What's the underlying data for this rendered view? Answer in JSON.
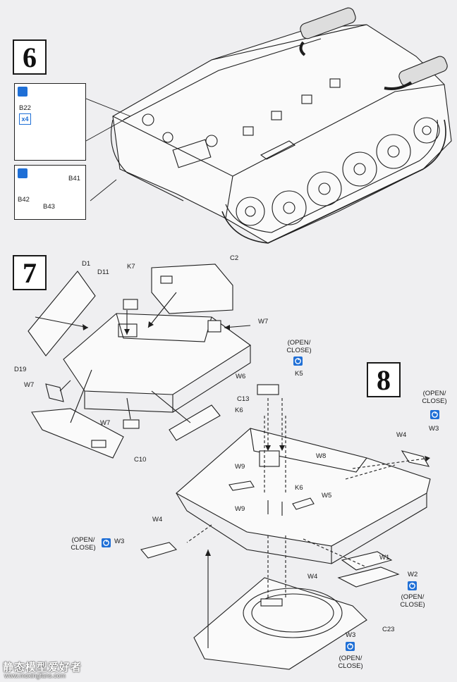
{
  "steps": {
    "s6": "6",
    "s7": "7",
    "s8": "8"
  },
  "inset_top": {
    "part": "B22",
    "qty": "x4"
  },
  "inset_bottom": {
    "parts": [
      "B41",
      "B42",
      "B43"
    ]
  },
  "step7_labels": {
    "D1": "D1",
    "D11": "D11",
    "K7": "K7",
    "C2": "C2",
    "D19": "D19",
    "W7a": "W7",
    "W7b": "W7",
    "W7c": "W7",
    "W6": "W6",
    "C13": "C13",
    "C10": "C10"
  },
  "step8_labels": {
    "K5": "K5",
    "K6a": "K6",
    "K6b": "K6",
    "W9a": "W9",
    "W9b": "W9",
    "W8": "W8",
    "W5": "W5",
    "W4a": "W4",
    "W4b": "W4",
    "W4c": "W4",
    "W3a": "W3",
    "W3b": "W3",
    "W3c": "W3",
    "W1": "W1",
    "W2": "W2",
    "C23": "C23"
  },
  "option_text": {
    "a1": "(OPEN/",
    "a2": "CLOSE)",
    "b1": "(OPEN/",
    "b2": "CLOSE)",
    "c1": "(OPEN/",
    "c2": "CLOSE)",
    "d1": "(OPEN/",
    "d2": "CLOSE)",
    "e1": "(OPEN/",
    "e2": "CLOSE)"
  },
  "watermark": {
    "line1": "静态模型爱好者",
    "line2": "www.moxingfans.com"
  },
  "colors": {
    "accent": "#1f6fd6",
    "ink": "#1a1a1a",
    "paper": "#efeff1"
  }
}
